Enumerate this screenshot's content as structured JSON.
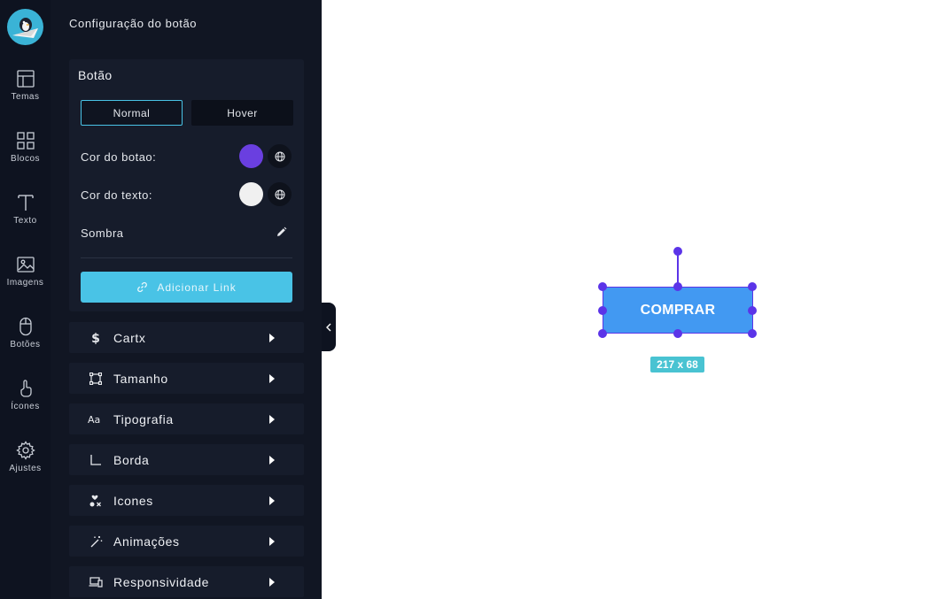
{
  "rail": {
    "items": [
      {
        "label": "Temas",
        "icon": "layout-icon"
      },
      {
        "label": "Blocos",
        "icon": "grid-icon"
      },
      {
        "label": "Texto",
        "icon": "text-icon"
      },
      {
        "label": "Imagens",
        "icon": "image-icon"
      },
      {
        "label": "Botões",
        "icon": "mouse-icon"
      },
      {
        "label": "Ícones",
        "icon": "pointer-hand-icon"
      },
      {
        "label": "Ajustes",
        "icon": "gear-icon"
      }
    ]
  },
  "panel": {
    "title": "Configuração do botão",
    "card": {
      "title": "Botão",
      "tabs": [
        "Normal",
        "Hover"
      ],
      "active_tab": "Normal",
      "button_color_label": "Cor do botao:",
      "button_color": "#6a3fe0",
      "text_color_label": "Cor do texto:",
      "text_color": "#f0f0f0",
      "shadow_label": "Sombra",
      "link_button_label": "Adicionar Link"
    },
    "sections": [
      {
        "label": "Cartx",
        "icon": "dollar-icon"
      },
      {
        "label": "Tamanho",
        "icon": "resize-icon"
      },
      {
        "label": "Tipografia",
        "icon": "typography-icon"
      },
      {
        "label": "Borda",
        "icon": "border-icon"
      },
      {
        "label": "Icones",
        "icon": "icons-icon"
      },
      {
        "label": "Animações",
        "icon": "magic-wand-icon"
      },
      {
        "label": "Responsividade",
        "icon": "devices-icon"
      }
    ]
  },
  "canvas": {
    "button_label": "COMPRAR",
    "size_label": "217 x 68"
  },
  "colors": {
    "accent": "#49c3e6",
    "selection": "#5b34e8",
    "button_fill": "#4299f2"
  }
}
